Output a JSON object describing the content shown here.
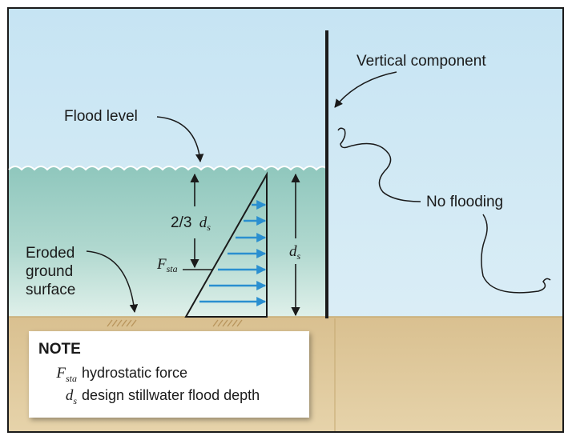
{
  "labels": {
    "vertical_component": "Vertical component",
    "flood_level": "Flood level",
    "no_flooding": "No flooding",
    "eroded_line1": "Eroded",
    "eroded_line2": "ground",
    "eroded_line3": "surface",
    "two_thirds": "2/3",
    "d_symbol": "d",
    "d_sub": "s",
    "f_symbol": "F",
    "f_sub": "sta"
  },
  "note": {
    "title": "NOTE",
    "items": [
      {
        "symbol": "F",
        "sub": "sta",
        "description": "hydrostatic force"
      },
      {
        "symbol": "d",
        "sub": "s",
        "description": "design stillwater flood depth"
      }
    ]
  },
  "colors": {
    "sky": "#d4ebf5",
    "water": "#a3cfc7",
    "ground": "#dcc596",
    "arrow_blue": "#2a8fd0",
    "line": "#1a1a1a"
  }
}
